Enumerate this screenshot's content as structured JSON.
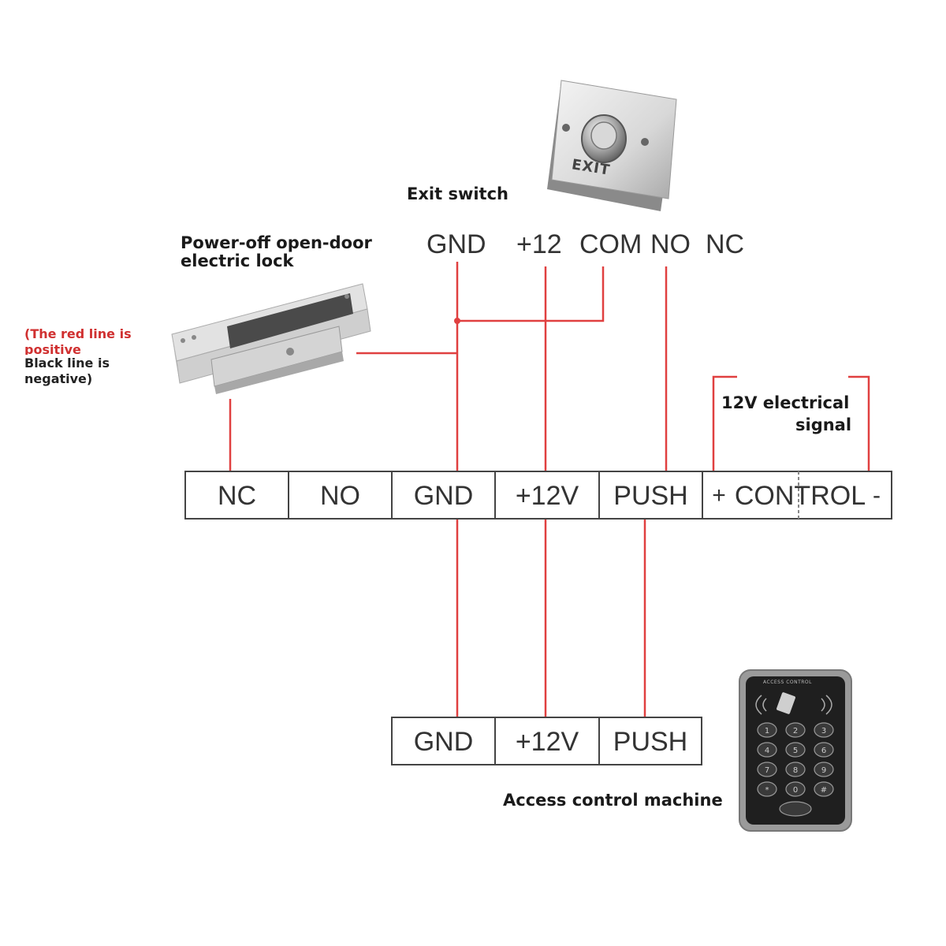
{
  "labels": {
    "exit_switch": "Exit switch",
    "lock": [
      "Power-off open-door",
      "electric lock"
    ],
    "note_red": [
      "(The red line is",
      "positive"
    ],
    "note_black": [
      "Black line is",
      "negative)"
    ],
    "signal": [
      "12V electrical",
      "signal"
    ],
    "access_machine": "Access control machine"
  },
  "exit_terminals": [
    "GND",
    "+12",
    "COM",
    "NO",
    "NC"
  ],
  "exit_button_text": "EXIT",
  "panel_main": [
    "NC",
    "NO",
    "GND",
    "+12V",
    "PUSH"
  ],
  "control": {
    "plus": "+",
    "label": "CONTROL",
    "minus": "-"
  },
  "panel_bottom": [
    "GND",
    "+12V",
    "PUSH"
  ],
  "keypad_header": "ACCESS CONTROL",
  "keypad_keys": [
    "1",
    "2",
    "3",
    "4",
    "5",
    "6",
    "7",
    "8",
    "9",
    "*",
    "0",
    "#"
  ],
  "colors": {
    "wire_red": "#e04040",
    "wire_dark": "#333333",
    "note_red": "#d03030"
  }
}
